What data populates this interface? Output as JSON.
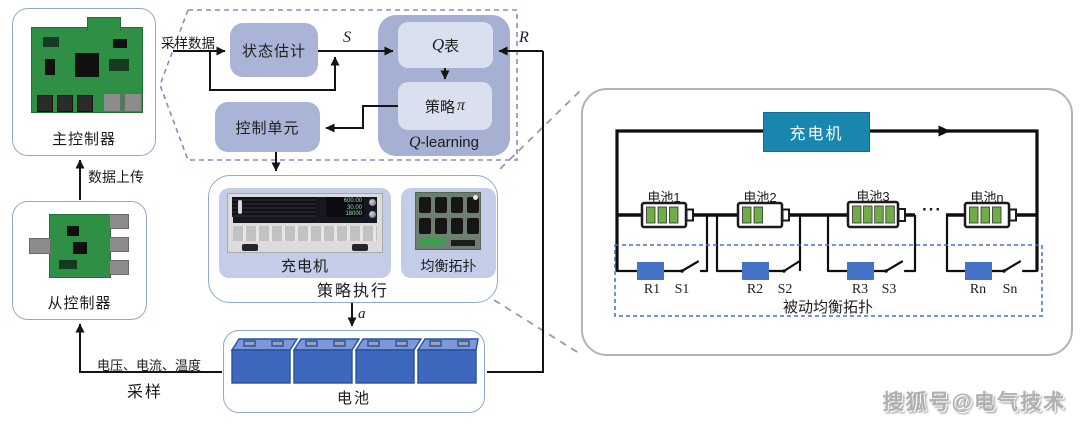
{
  "left_column": {
    "main_controller_label": "主控制器",
    "slave_controller_label": "从控制器",
    "data_upload_label": "数据上传",
    "sense_signals_label": "电压、电流、温度",
    "sampling_label": "采样"
  },
  "algorithm": {
    "sampled_data_label": "采样数据",
    "state_estimation_label": "状态估计",
    "control_unit_label": "控制单元",
    "q_symbol": "Q",
    "q_table_suffix": "表",
    "policy_prefix": "策略",
    "pi_symbol": "π",
    "q_learning_suffix": "-learning",
    "state_symbol": "S",
    "reward_symbol": "R",
    "action_symbol": "a"
  },
  "execution": {
    "charger_label": "充电机",
    "topology_label": "均衡拓扑",
    "block_label": "策略执行",
    "charger_display": [
      "600.00",
      "30.00",
      "18000"
    ]
  },
  "battery_block": {
    "label": "电池"
  },
  "panel": {
    "charger_label": "充电机",
    "passive_topology_label": "被动均衡拓扑",
    "dots": "···",
    "batteries": [
      {
        "label": "电池1",
        "bars": 3
      },
      {
        "label": "电池2",
        "bars": 2
      },
      {
        "label": "电池3",
        "bars": 4
      },
      {
        "label": "电池n",
        "bars": 3
      }
    ],
    "resistor_labels": [
      "R1",
      "R2",
      "R3",
      "Rn"
    ],
    "switch_labels": [
      "S1",
      "S2",
      "S3",
      "Sn"
    ]
  },
  "watermark": "搜狐号@电气技术",
  "colors": {
    "algo_box": "#aab4d6",
    "qlearning_bg": "#a5b0d3",
    "inner_box": "#dbe0f0",
    "sub_block": "#c3cde8",
    "box_border": "#93a9cc",
    "panel_border": "#b3b3b3",
    "charger_teal": "#1986ad",
    "resistor_blue": "#4472c4",
    "battery_green": "#6fad47",
    "module_blue": "#3e68bd"
  }
}
